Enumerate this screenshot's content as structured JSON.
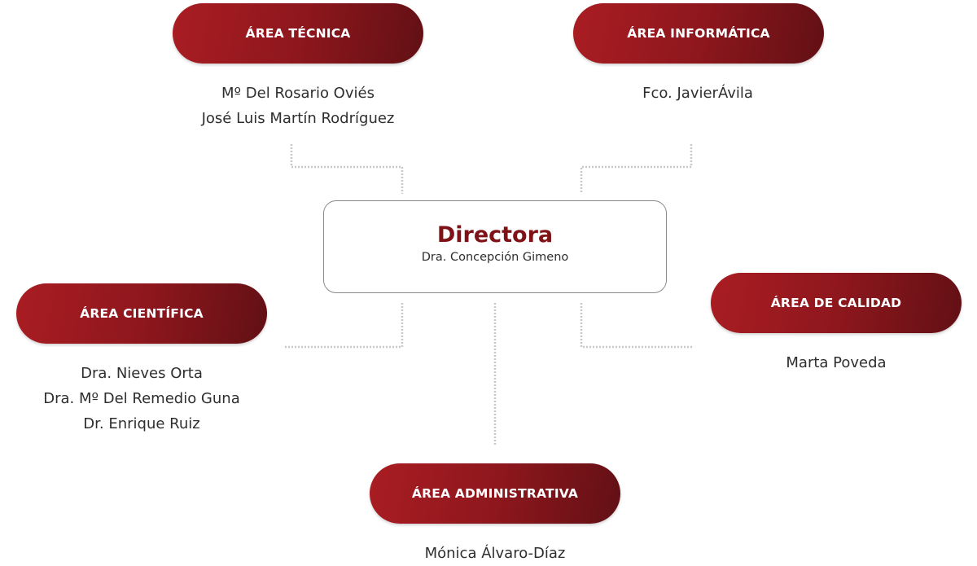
{
  "colors": {
    "accent": "#8e171d",
    "director_title": "#7e1216",
    "connector": "#c8c8c8"
  },
  "director": {
    "title": "Directora",
    "name": "Dra. Concepción Gimeno"
  },
  "areas": {
    "tecnica": {
      "label": "ÁREA TÉCNICA",
      "members": [
        "Mº Del Rosario Oviés",
        "José Luis Martín Rodríguez"
      ]
    },
    "informatica": {
      "label": "ÁREA INFORMÁTICA",
      "members": [
        "Fco. JavierÁvila"
      ]
    },
    "cientifica": {
      "label": "ÁREA CIENTÍFICA",
      "members": [
        "Dra. Nieves Orta",
        "Dra. Mº Del Remedio Guna",
        "Dr. Enrique Ruiz"
      ]
    },
    "calidad": {
      "label": "ÁREA DE CALIDAD",
      "members": [
        "Marta Poveda"
      ]
    },
    "administrativa": {
      "label": "ÁREA ADMINISTRATIVA",
      "members": [
        "Mónica Álvaro-Díaz"
      ]
    }
  }
}
